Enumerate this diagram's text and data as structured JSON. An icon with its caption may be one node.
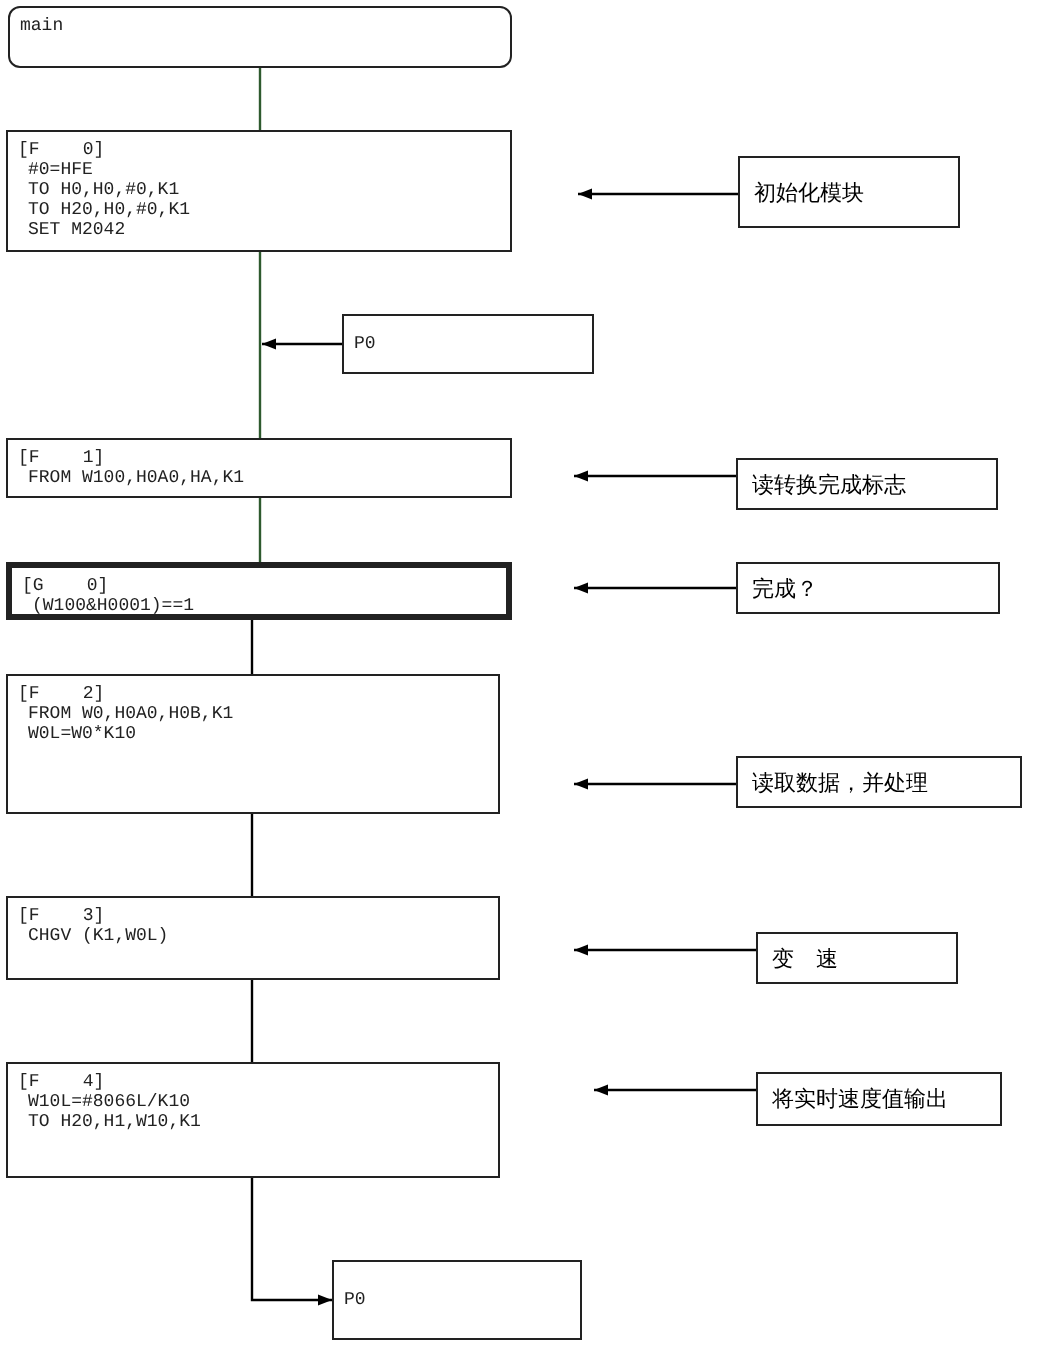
{
  "diagram": {
    "nodes": [
      {
        "text": [
          "main"
        ]
      },
      {
        "text": [
          "[F    0]",
          "#0=HFE",
          "TO H0,H0,#0,K1",
          "TO H20,H0,#0,K1",
          "SET M2042"
        ]
      },
      {
        "text": [
          "P0"
        ]
      },
      {
        "text": [
          "[F    1]",
          "FROM W100,H0A0,HA,K1"
        ]
      },
      {
        "text": [
          "[G    0]",
          "(W100&H0001)==1"
        ]
      },
      {
        "text": [
          "[F    2]",
          "FROM W0,H0A0,H0B,K1",
          "W0L=W0*K10"
        ]
      },
      {
        "text": [
          "[F    3]",
          "CHGV (K1,W0L)"
        ]
      },
      {
        "text": [
          "[F    4]",
          "W10L=#8066L/K10",
          "TO H20,H1,W10,K1"
        ]
      },
      {
        "text": [
          "P0"
        ]
      },
      {
        "text": [
          "初始化模块"
        ]
      },
      {
        "text": [
          "读转换完成标志"
        ]
      },
      {
        "text": [
          "完成？"
        ]
      },
      {
        "text": [
          "读取数据，并处理"
        ]
      },
      {
        "text": [
          "变　速"
        ]
      },
      {
        "text": [
          "将实时速度值输出"
        ]
      }
    ],
    "edges": [
      {
        "from": 0,
        "to": 1,
        "arrow": "none",
        "color": "#2e5a2e"
      },
      {
        "from": 1,
        "to": 3,
        "arrow": "none",
        "color": "#2e5a2e"
      },
      {
        "from": 2,
        "to": null,
        "arrow": "to"
      },
      {
        "from": 3,
        "to": 4,
        "arrow": "none",
        "color": "#2e5a2e"
      },
      {
        "from": 4,
        "to": 5,
        "arrow": "none"
      },
      {
        "from": 5,
        "to": 6,
        "arrow": "none"
      },
      {
        "from": 6,
        "to": 7,
        "arrow": "none"
      },
      {
        "from": 7,
        "to": 8,
        "arrow": "to"
      },
      {
        "from": 9,
        "to": null,
        "arrow": "to"
      },
      {
        "from": 10,
        "to": null,
        "arrow": "to"
      },
      {
        "from": 11,
        "to": null,
        "arrow": "to"
      },
      {
        "from": 12,
        "to": null,
        "arrow": "to"
      },
      {
        "from": 13,
        "to": null,
        "arrow": "to"
      },
      {
        "from": 14,
        "to": null,
        "arrow": "to"
      }
    ]
  }
}
